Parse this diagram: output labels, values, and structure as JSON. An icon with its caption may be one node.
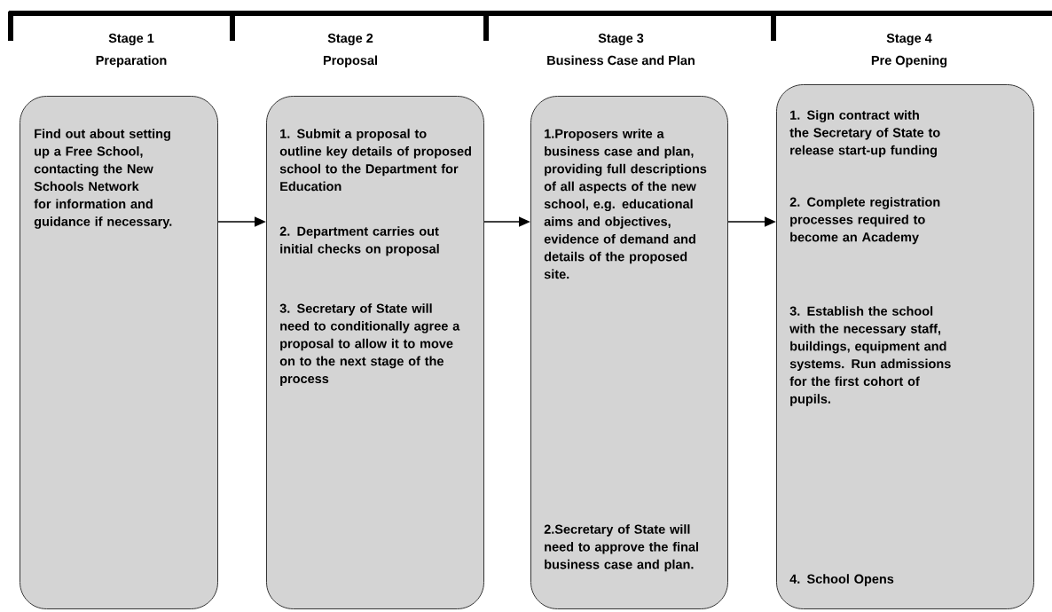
{
  "diagram": {
    "nodes": [
      {
        "text": [
          "Stage 1",
          "Preparation",
          "Find out about setting up a Free School, contacting the New Schools Network for information and guidance if necessary."
        ]
      },
      {
        "text": [
          "Stage 2",
          "Proposal",
          "1. Submit a proposal to outline key details of proposed school to the Department for Education",
          "2. Department carries out initial checks on proposal",
          "3. Secretary of State will need to conditionally agree a proposal to allow it to move on to the next stage of the process"
        ]
      },
      {
        "text": [
          "Stage 3",
          "Business Case and Plan",
          "1.Proposers write a business case and plan, providing full descriptions of all aspects of the new school, e.g. educational aims and objectives, evidence of demand and details of the proposed site.",
          "2.Secretary of State will need to approve the final business case and plan."
        ]
      },
      {
        "text": [
          "Stage 4",
          "Pre Opening",
          "1. Sign contract with the Secretary of State to release start-up funding",
          "2. Complete registration processes required to become an Academy",
          "3. Establish the school with the necessary staff, buildings, equipment and systems.  Run admissions for the first cohort of pupils.",
          "4. School Opens"
        ]
      }
    ],
    "edges": [
      {
        "from": 0,
        "to": 1,
        "arrow": "to"
      },
      {
        "from": 1,
        "to": 2,
        "arrow": "to"
      },
      {
        "from": 2,
        "to": 3,
        "arrow": "to"
      }
    ]
  }
}
